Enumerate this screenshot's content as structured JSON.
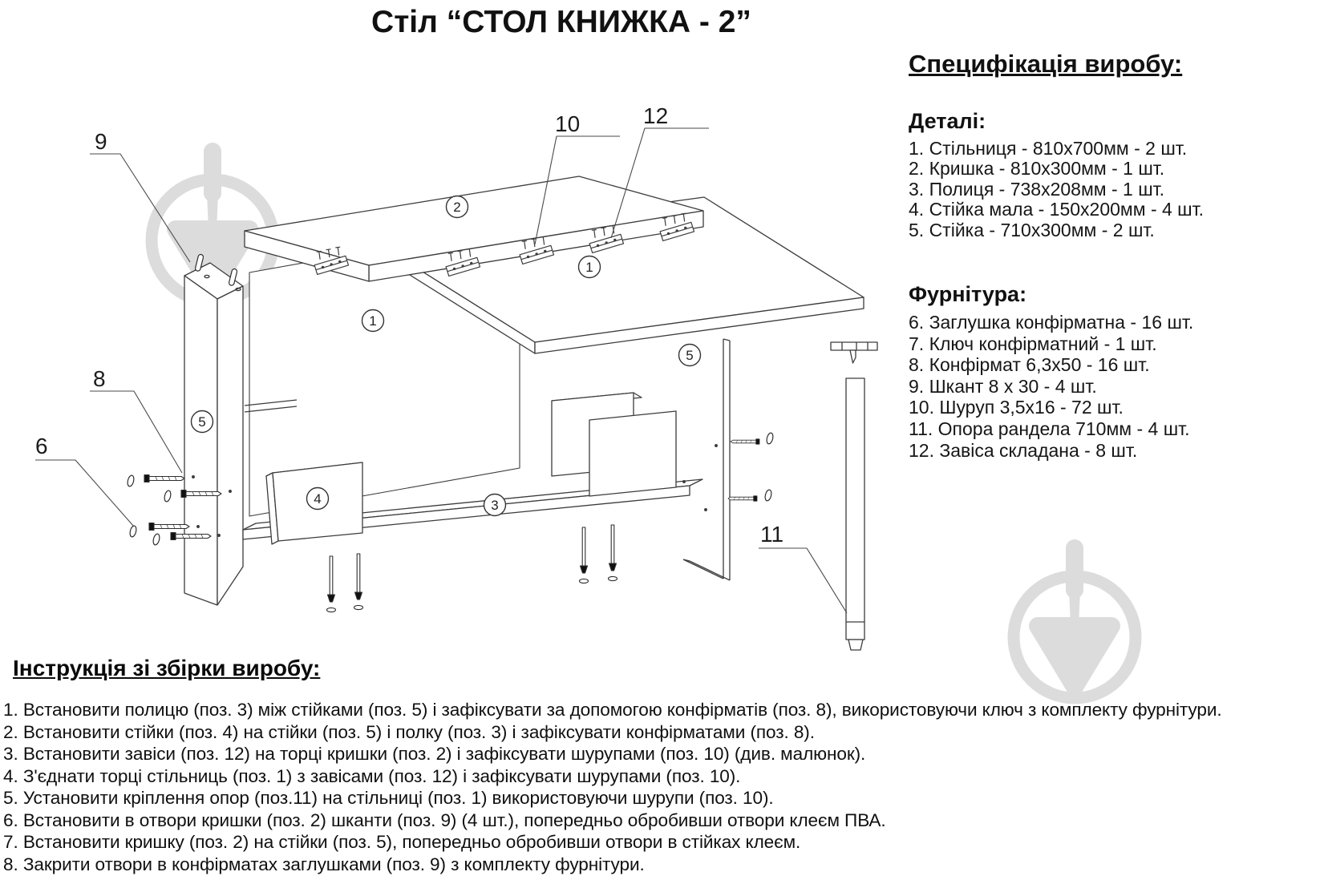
{
  "title": "Стіл “СТОЛ КНИЖКА - 2”",
  "spec": {
    "heading": "Специфікація виробу:",
    "details": {
      "heading": "Деталі:",
      "items": [
        "1. Стільниця - 810х700мм - 2 шт.",
        "2. Кришка - 810х300мм - 1 шт.",
        "3. Полиця - 738х208мм - 1 шт.",
        "4. Стійка мала - 150х200мм - 4 шт.",
        "5. Стійка - 710х300мм - 2 шт."
      ]
    },
    "hardware": {
      "heading": "Фурнітура:",
      "items": [
        "6. Заглушка конфірматна - 16 шт.",
        "7. Ключ конфірматний - 1 шт.",
        "8. Конфірмат 6,3х50 - 16 шт.",
        "9. Шкант 8 х 30 - 4 шт.",
        "10. Шуруп 3,5х16 - 72 шт.",
        "11. Опора рандела 710мм - 4 шт.",
        "12. Завіса складана - 8 шт."
      ]
    }
  },
  "instructions": {
    "heading": "Інструкція зі збірки виробу:",
    "steps": [
      "1. Встановити полицю (поз. 3) між стійками (поз. 5) і зафіксувати за допомогою конфірматів (поз. 8), використовуючи ключ з комплекту фурнітури.",
      "2. Встановити стійки (поз. 4) на стійки (поз. 5) і полку (поз. 3) і зафіксувати конфірматами (поз. 8).",
      "3. Встановити завіси (поз. 12) на торці кришки (поз. 2) і зафіксувати шурупами (поз. 10) (див. малюнок).",
      "4. З'єднати торці стільниць (поз. 1) з завісами (поз. 12) і зафіксувати шурупами (поз. 10).",
      "5. Установити кріплення опор (поз.11) на стільниці (поз. 1) використовуючи шурупи (поз. 10).",
      "6. Встановити в отвори кришки (поз. 2) шканти (поз. 9) (4 шт.), попередньо обробивши отвори клеєм ПВА.",
      "7. Встановити кришку (поз. 2) на стійки (поз. 5), попередньо обробивши отвори в стійках клеєм.",
      "8. Закрити отвори в конфірматах заглушками (поз. 9) з комплекту фурнітури."
    ]
  },
  "diagram": {
    "callouts": {
      "c9": "9",
      "c10": "10",
      "c12": "12",
      "c8": "8",
      "c6": "6",
      "c11": "11"
    },
    "circles": {
      "p1a": "1",
      "p1b": "1",
      "p2": "2",
      "p3": "3",
      "p4": "4",
      "p5a": "5",
      "p5b": "5"
    }
  },
  "colors": {
    "text": "#141414",
    "line": "#3c3c3c",
    "watermark": "#dcdcdc"
  }
}
